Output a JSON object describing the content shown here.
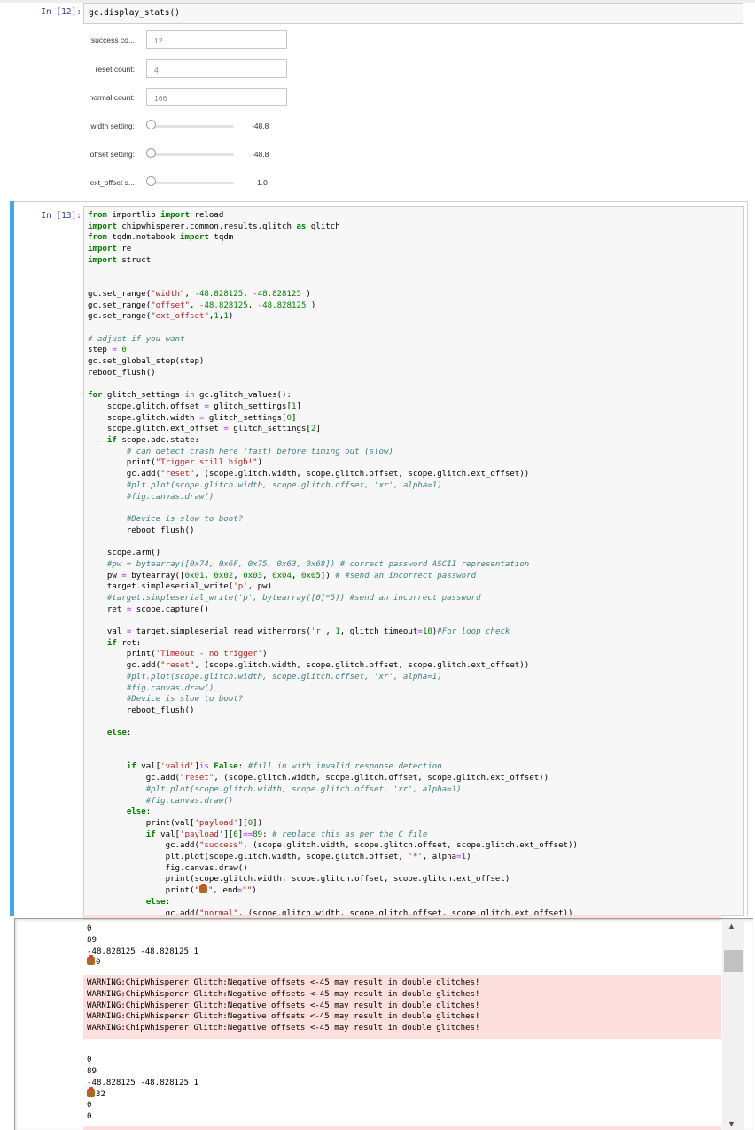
{
  "cell12": {
    "prompt": "In [12]:",
    "code": "gc.display_stats()",
    "widgets": {
      "success_label": "success co...",
      "success_value": "12",
      "reset_label": "reset count:",
      "reset_value": "4",
      "normal_label": "normal count:",
      "normal_value": "166",
      "width_label": "width setting:",
      "width_value": "-48.8",
      "offset_label": "offset setting:",
      "offset_value": "-48.8",
      "ext_offset_label": "ext_offset s...",
      "ext_offset_value": "1.0"
    }
  },
  "cell13": {
    "prompt": "In [13]:"
  },
  "output": {
    "block1": "0\n89\n-48.828125 -48.828125 1",
    "block1_last": "0",
    "warnings": "WARNING:ChipWhisperer Glitch:Negative offsets <-45 may result in double glitches!\nWARNING:ChipWhisperer Glitch:Negative offsets <-45 may result in double glitches!\nWARNING:ChipWhisperer Glitch:Negative offsets <-45 may result in double glitches!\nWARNING:ChipWhisperer Glitch:Negative offsets <-45 may result in double glitches!\nWARNING:ChipWhisperer Glitch:Negative offsets <-45 may result in double glitches!",
    "block2": "0\n89\n-48.828125 -48.828125 1",
    "block2_emoji_line": "32",
    "block2_tail": "0\n0"
  },
  "scrollbar": {
    "up_arrow": "▲",
    "down_arrow": "▼"
  }
}
